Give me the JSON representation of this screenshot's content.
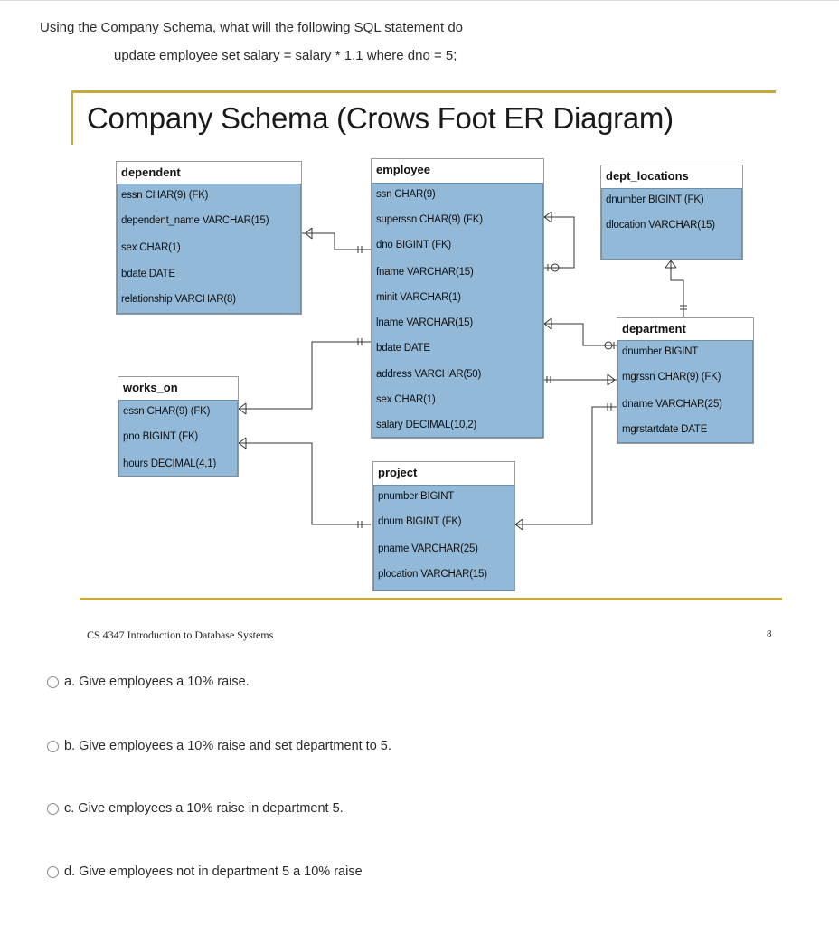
{
  "question": {
    "prompt": "Using the Company Schema, what will the following SQL statement do",
    "sql": "update employee set salary = salary * 1.1 where dno = 5;"
  },
  "slide": {
    "title": "Company Schema (Crows Foot ER Diagram)",
    "footer": "CS 4347 Introduction to Database Systems",
    "page_number": "8"
  },
  "colors": {
    "accent_rule": "#c8a837",
    "entity_fill": "#93b9d8"
  },
  "entities": {
    "dependent": {
      "name": "dependent",
      "attributes": [
        "essn CHAR(9) (FK)",
        "dependent_name VARCHAR(15)",
        "sex CHAR(1)",
        "bdate DATE",
        "relationship VARCHAR(8)"
      ]
    },
    "employee": {
      "name": "employee",
      "attributes": [
        "ssn CHAR(9)",
        "superssn CHAR(9) (FK)",
        "dno BIGINT (FK)",
        "fname VARCHAR(15)",
        "minit VARCHAR(1)",
        "lname VARCHAR(15)",
        "bdate DATE",
        "address VARCHAR(50)",
        "sex CHAR(1)",
        "salary DECIMAL(10,2)"
      ]
    },
    "dept_locations": {
      "name": "dept_locations",
      "attributes": [
        "dnumber BIGINT (FK)",
        "dlocation VARCHAR(15)"
      ]
    },
    "works_on": {
      "name": "works_on",
      "attributes": [
        "essn CHAR(9) (FK)",
        "pno BIGINT (FK)",
        "hours DECIMAL(4,1)"
      ]
    },
    "department": {
      "name": "department",
      "attributes": [
        "dnumber BIGINT",
        "mgrssn CHAR(9) (FK)",
        "dname VARCHAR(25)",
        "mgrstartdate DATE"
      ]
    },
    "project": {
      "name": "project",
      "attributes": [
        "pnumber BIGINT",
        "dnum BIGINT (FK)",
        "pname VARCHAR(25)",
        "plocation VARCHAR(15)"
      ]
    }
  },
  "options": [
    {
      "label": "a. Give employees a 10% raise."
    },
    {
      "label": "b. Give employees a 10% raise and set department to 5."
    },
    {
      "label": "c. Give employees a 10% raise in department 5."
    },
    {
      "label": "d. Give employees not in department 5 a 10% raise"
    }
  ]
}
